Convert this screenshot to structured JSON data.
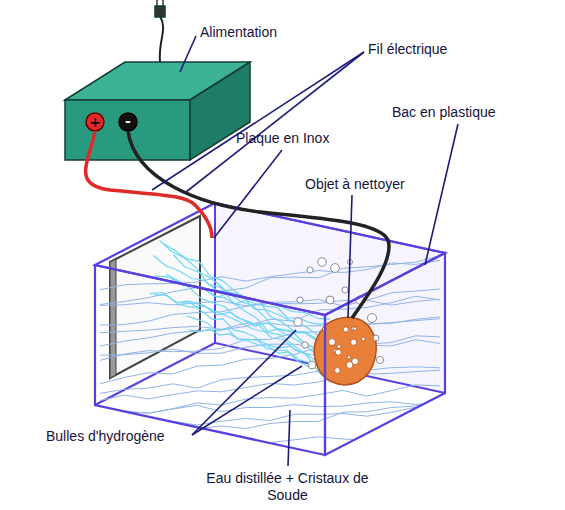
{
  "diagram": {
    "labels": [
      "Alimentation",
      "Fil électrique",
      "Bac en plastique",
      "Plaque en Inox",
      "Objet à nettoyer",
      "Bulles d'hydrogène",
      "Eau distillée + Cristaux de Soude",
      "+",
      "-"
    ]
  }
}
